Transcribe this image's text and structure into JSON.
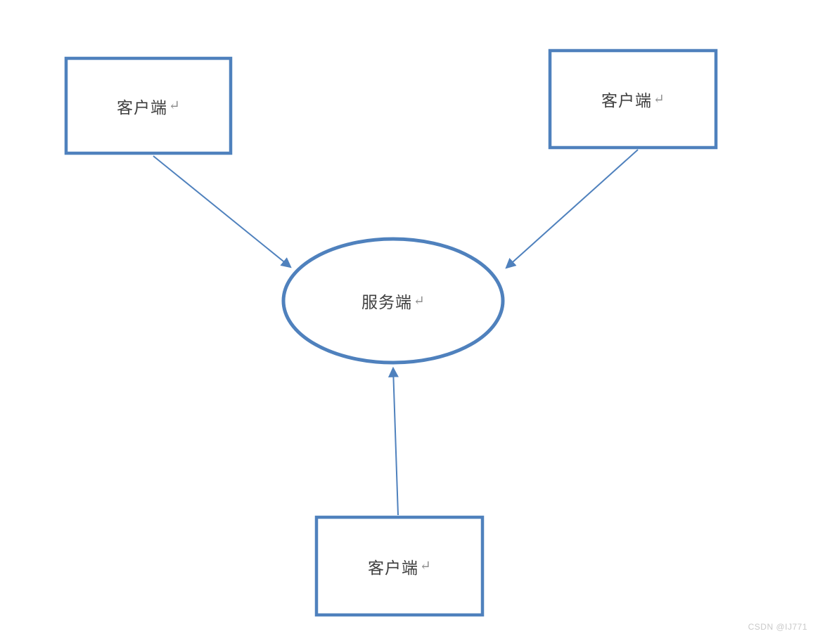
{
  "diagram": {
    "nodes": [
      {
        "id": "client-top-left",
        "shape": "rectangle",
        "label": "客户端",
        "mark": "↵"
      },
      {
        "id": "client-top-right",
        "shape": "rectangle",
        "label": "客户端",
        "mark": "↵"
      },
      {
        "id": "server",
        "shape": "ellipse",
        "label": "服务端",
        "mark": "↵"
      },
      {
        "id": "client-bottom",
        "shape": "rectangle",
        "label": "客户端",
        "mark": "↵"
      }
    ],
    "edges": [
      {
        "from": "client-top-left",
        "to": "server",
        "type": "arrow"
      },
      {
        "from": "client-top-right",
        "to": "server",
        "type": "arrow"
      },
      {
        "from": "client-bottom",
        "to": "server",
        "type": "arrow"
      }
    ]
  },
  "watermark": "CSDN @IJ771",
  "colors": {
    "shape_stroke": "#4f81bd",
    "text": "#3f3f3f",
    "paragraph_mark": "#8f8f8f",
    "watermark": "#c9c9c9",
    "background": "#ffffff"
  }
}
